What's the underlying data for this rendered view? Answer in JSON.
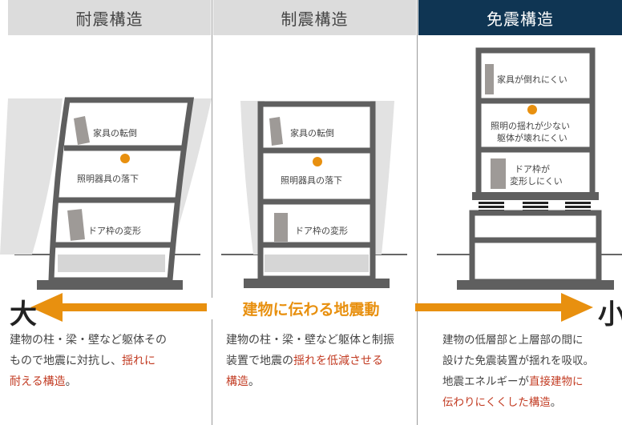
{
  "headers": {
    "left": "耐震構造",
    "middle": "制震構造",
    "right": "免震構造"
  },
  "labels": {
    "left": {
      "furniture": "家具の転倒",
      "lighting": "照明器具の落下",
      "door": "ドア枠の変形"
    },
    "middle": {
      "furniture": "家具の転倒",
      "lighting": "照明器具の落下",
      "door": "ドア枠の変形"
    },
    "right": {
      "furniture": "家具が倒れにくい",
      "lighting_1": "照明の揺れが少ない",
      "lighting_2": "躯体が壊れにくい",
      "door_1": "ドア枠が",
      "door_2": "変形しにくい"
    }
  },
  "arrow": {
    "label": "建物に伝わる地震動",
    "big": "大",
    "small": "小"
  },
  "descriptions": {
    "left": {
      "p1": "建物の柱・梁・壁など躯体その",
      "p2": "もので地震に対抗し、",
      "red1": "揺れに",
      "red2": "耐える構造",
      "end": "。"
    },
    "middle": {
      "p1": "建物の柱・梁・壁など躯体と制振",
      "p2": "装置で地震の",
      "red1": "揺れを低減させる",
      "red2": "構造",
      "end": "。"
    },
    "right": {
      "p1": "建物の低層部と上層部の間に",
      "p2": "設けた免震装置が揺れを吸収。",
      "p3": "地震エネルギーが",
      "red1": "直接建物に",
      "red2": "伝わりにくくした構造",
      "end": "。"
    }
  },
  "colors": {
    "header_gray": "#dcdcdc",
    "header_navy": "#0f3553",
    "frame": "#5f5f5f",
    "arrow": "#e8900f",
    "highlight_text": "#c23b22"
  }
}
